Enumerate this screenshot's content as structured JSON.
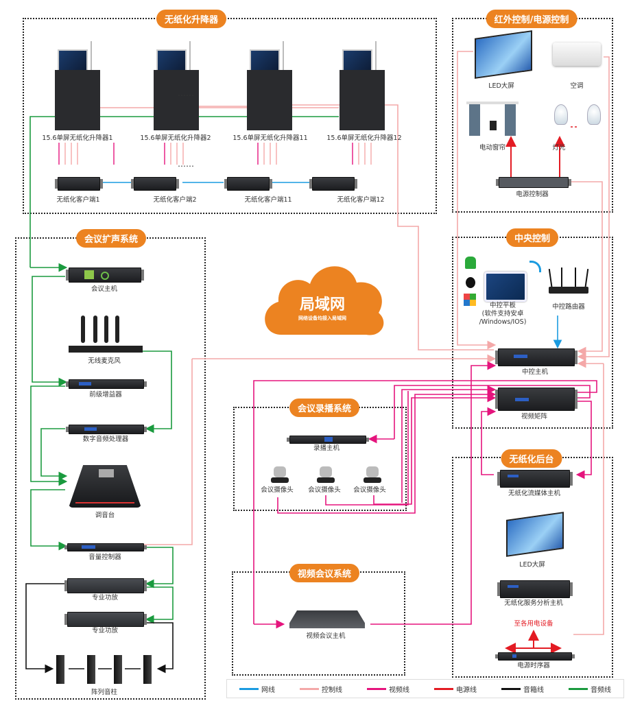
{
  "sections": {
    "lifter": "无纸化升降器",
    "ir_power": "红外控制/电源控制",
    "audio": "会议扩声系统",
    "central": "中央控制",
    "recording": "会议录播系统",
    "video_conf": "视频会议系统",
    "backend": "无纸化后台"
  },
  "lifter": {
    "devices": [
      "15.6单屏无纸化升降器1",
      "15.6单屏无纸化升降器2",
      "15.6单屏无纸化升降器11",
      "15.6单屏无纸化升降器12"
    ],
    "clients": [
      "无纸化客户端1",
      "无纸化客户端2",
      "无纸化客户端11",
      "无纸化客户端12"
    ],
    "ellipsis": "……"
  },
  "ir_power": {
    "led_screen": "LED大屏",
    "air_conditioner": "空调",
    "curtain": "电动窗帘",
    "light": "灯光",
    "light_dots": "· · ·",
    "power_controller": "电源控制器"
  },
  "central": {
    "tablet": "中控平板",
    "tablet_note1": "(软件支持安卓",
    "tablet_note2": "/Windows/IOS)",
    "router": "中控路由器",
    "host": "中控主机",
    "matrix": "视频矩阵"
  },
  "cloud": {
    "title": "局域网",
    "subtitle": "网络设备均接入局域网"
  },
  "audio": {
    "conf_host": "会议主机",
    "wireless_mic": "无线麦克风",
    "preamp": "前级增益器",
    "dsp": "数字音频处理器",
    "mixer": "调音台",
    "volume_ctrl": "音量控制器",
    "amp1": "专业功放",
    "amp2": "专业功放",
    "speakers": "阵列音柱"
  },
  "recording": {
    "host": "录播主机",
    "cameras": [
      "会议摄像头",
      "会议摄像头",
      "会议摄像头"
    ]
  },
  "video_conf": {
    "host": "视频会议主机"
  },
  "backend": {
    "streaming_host": "无纸化流媒体主机",
    "led_screen": "LED大屏",
    "analysis_host": "无纸化服务分析主机",
    "to_devices": "至各用电设备",
    "sequencer": "电源时序器"
  },
  "legend": [
    {
      "label": "网线",
      "color": "#1a9be0"
    },
    {
      "label": "控制线",
      "color": "#f4a8a8"
    },
    {
      "label": "视频线",
      "color": "#e5147d"
    },
    {
      "label": "电源线",
      "color": "#e31b23"
    },
    {
      "label": "音箱线",
      "color": "#111111"
    },
    {
      "label": "音频线",
      "color": "#1a9a3e"
    }
  ],
  "colors": {
    "accent": "#ec8321",
    "network": "#1a9be0",
    "control": "#f4a8a8",
    "video": "#e5147d",
    "power": "#e31b23",
    "speaker": "#111111",
    "audio": "#1a9a3e"
  }
}
